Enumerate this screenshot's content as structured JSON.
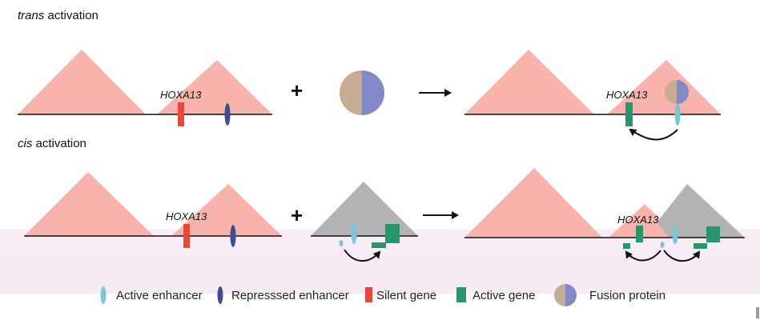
{
  "headings": {
    "trans": {
      "italic": "trans",
      "rest": " activation"
    },
    "cis": {
      "italic": "cis",
      "rest": " activation"
    }
  },
  "gene_label": "HOXA13",
  "operators": {
    "plus": "+"
  },
  "legend": {
    "active_enhancer": "Active enhancer",
    "repressed_enhancer": "Represssed enhancer",
    "silent_gene": "Silent gene",
    "active_gene": "Active gene",
    "fusion_protein": "Fusion protein"
  },
  "colors": {
    "tad_pink": "#f9b3ad",
    "tad_gray": "#b3b3b3",
    "silent_gene": "#e8473a",
    "active_gene": "#27966a",
    "active_enhancer": "#7cc4d8",
    "repressed_enhancer": "#3f4f8e",
    "fusion_left": "#c6ab95",
    "fusion_right": "#8288c8",
    "background_band": "#f8edf6"
  }
}
